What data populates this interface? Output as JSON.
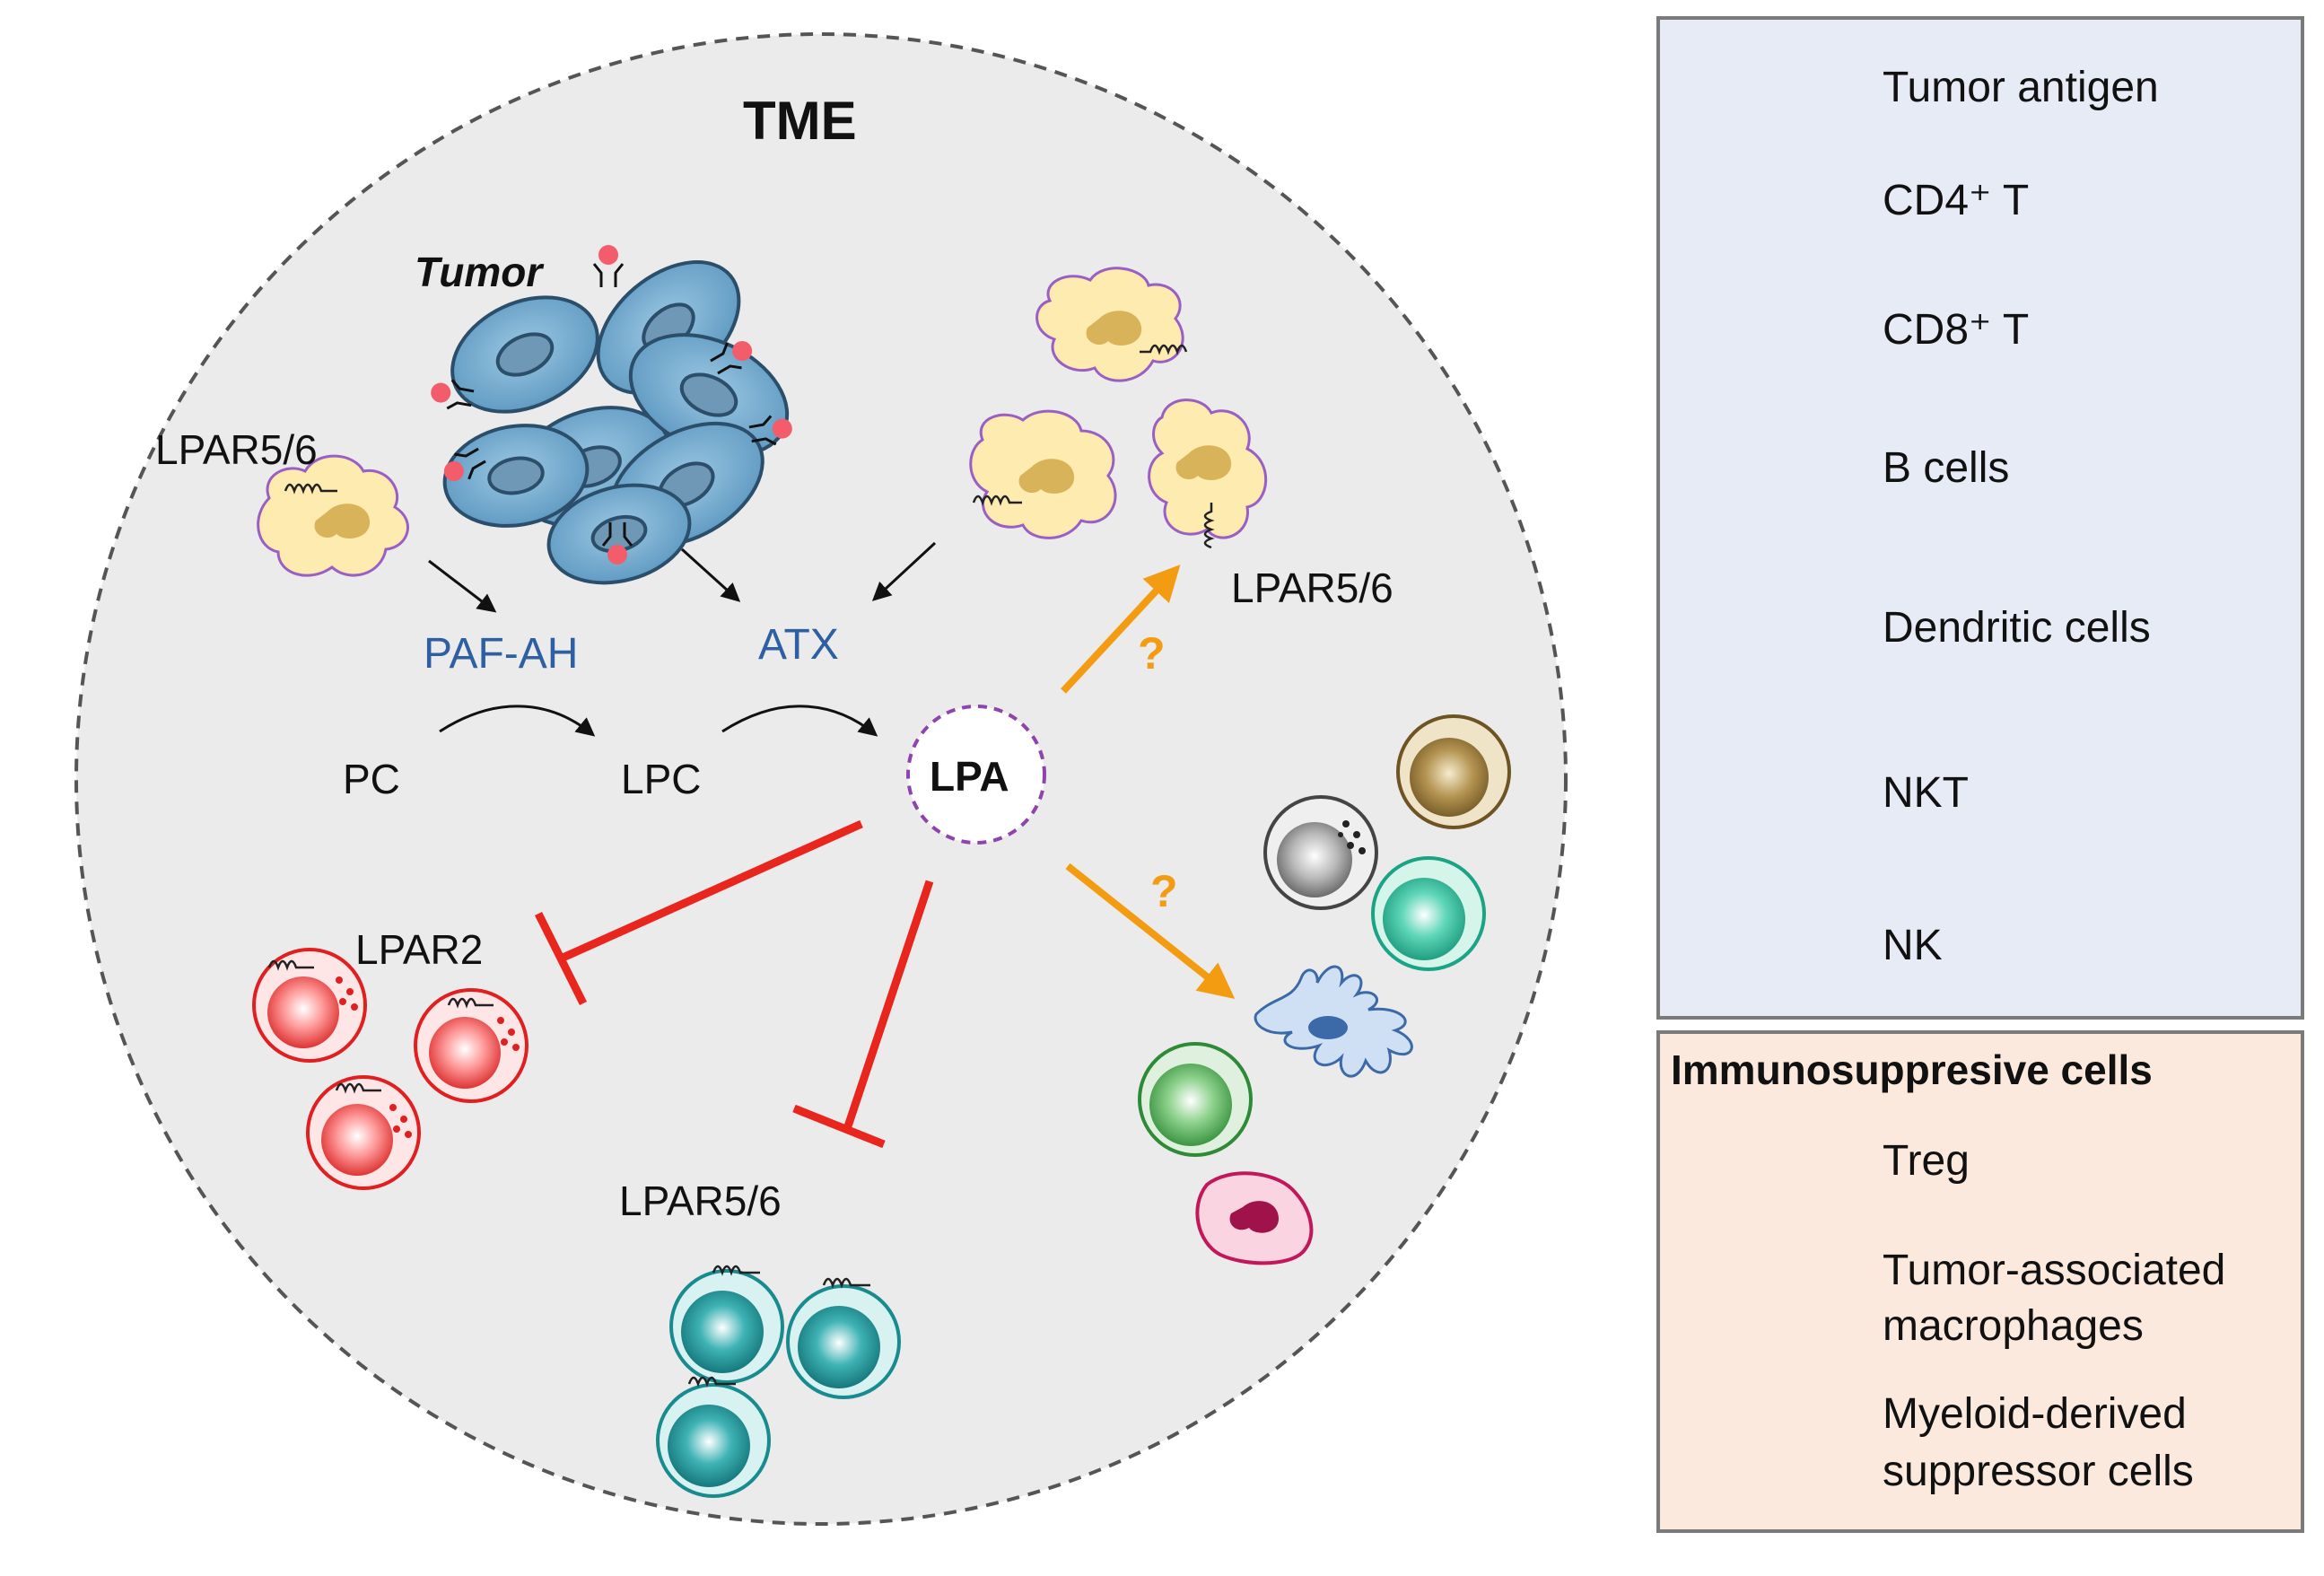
{
  "diagram": {
    "title": "TME",
    "tumor_label": "Tumor",
    "nodes": {
      "pc": "PC",
      "lpc": "LPC",
      "lpa": "LPA",
      "paf_ah": "PAF-AH",
      "atx": "ATX"
    },
    "receptor_labels": {
      "macrophage_left": "LPAR5/6",
      "macrophage_cluster": "LPAR5/6",
      "nk_cluster": "LPAR2",
      "cd8_cluster": "LPAR5/6"
    },
    "question_mark": "?",
    "colors": {
      "enzyme_text": "#2e5fa3",
      "inhibition": "#e8261d",
      "uncertain_arrow": "#f39c12",
      "lpa_circle": "#8e44ad",
      "tme_background": "#ebebeb",
      "legend_immune_bg": "#e7ebf6",
      "legend_suppressive_bg": "#fbe9dd"
    }
  },
  "legend": {
    "immune_items": [
      {
        "icon": "tumor-antigen-icon",
        "label": "Tumor antigen"
      },
      {
        "icon": "cd4-t-cell-icon",
        "label": "CD4⁺ T"
      },
      {
        "icon": "cd8-t-cell-icon",
        "label": "CD8⁺ T"
      },
      {
        "icon": "b-cell-icon",
        "label": "B cells"
      },
      {
        "icon": "dendritic-cell-icon",
        "label": "Dendritic cells"
      },
      {
        "icon": "nkt-cell-icon",
        "label": "NKT"
      },
      {
        "icon": "nk-cell-icon",
        "label": "NK"
      }
    ],
    "suppressive_title": "Immunosuppresive cells",
    "suppressive_items": [
      {
        "icon": "treg-cell-icon",
        "label": "Treg"
      },
      {
        "icon": "macrophage-icon",
        "label_line1": "Tumor-associated",
        "label_line2": "macrophages"
      },
      {
        "icon": "mdsc-icon",
        "label_line1": "Myeloid-derived",
        "label_line2": "suppressor cells"
      }
    ]
  }
}
